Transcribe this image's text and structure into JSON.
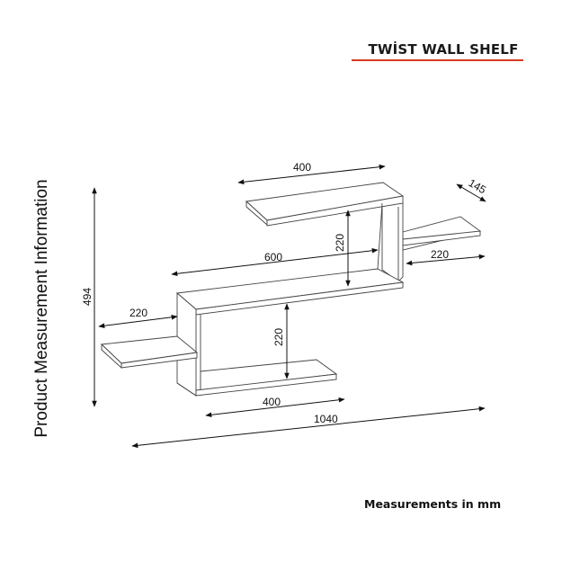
{
  "header": {
    "title": "TWİST WALL SHELF",
    "accent_color": "#d63a1e"
  },
  "side_label": "Product Measurement Information",
  "footer": {
    "units_note": "Measurements in mm"
  },
  "dimensions": {
    "top_shelf_width": "400",
    "depth": "145",
    "right_shelf_width": "220",
    "upper_height": "220",
    "middle_shelf_width": "600",
    "left_shelf_width": "220",
    "lower_height": "220",
    "bottom_shelf_width": "400",
    "total_width": "1040",
    "total_height": "494"
  }
}
